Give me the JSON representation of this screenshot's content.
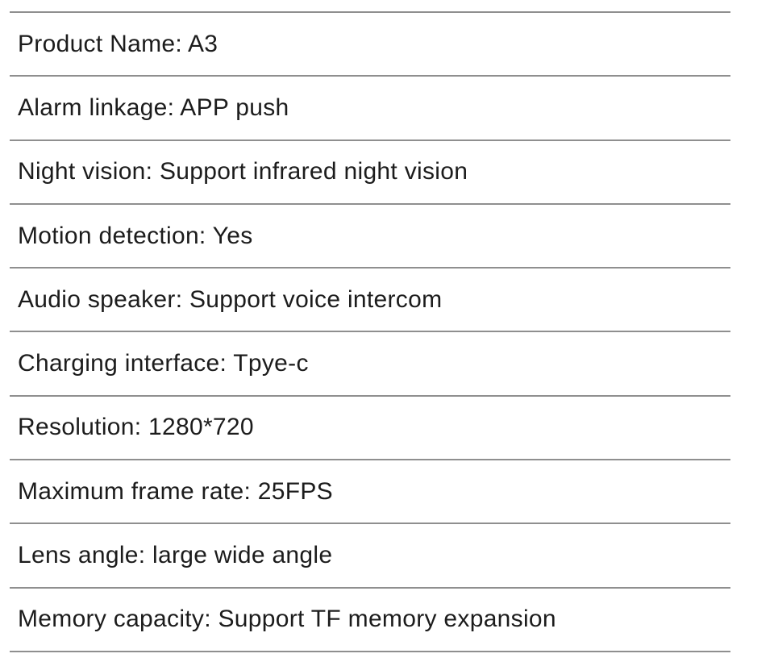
{
  "page": {
    "background_color": "#ffffff",
    "divider_color": "#8f8f8f",
    "text_color": "#1c1c1c"
  },
  "spec_table": {
    "rows": [
      {
        "label": "Product Name",
        "value": "A3",
        "text": "Product Name: A3"
      },
      {
        "label": "Alarm linkage",
        "value": "APP push",
        "text": "Alarm linkage: APP push"
      },
      {
        "label": "Night vision",
        "value": "Support infrared night vision",
        "text": "Night vision: Support infrared night vision"
      },
      {
        "label": "Motion detection",
        "value": "Yes",
        "text": "Motion detection: Yes"
      },
      {
        "label": "Audio speaker",
        "value": "Support voice intercom",
        "text": "Audio speaker: Support voice intercom"
      },
      {
        "label": "Charging interface",
        "value": "Tpye-c",
        "text": "Charging interface: Tpye-c"
      },
      {
        "label": "Resolution",
        "value": "1280*720",
        "text": "Resolution: 1280*720"
      },
      {
        "label": "Maximum frame rate",
        "value": "25FPS",
        "text": "Maximum frame rate: 25FPS"
      },
      {
        "label": "Lens angle",
        "value": "large wide angle",
        "text": "Lens angle: large wide angle"
      },
      {
        "label": "Memory capacity",
        "value": "Support TF memory expansion",
        "text": "Memory capacity: Support TF memory expansion"
      }
    ]
  }
}
